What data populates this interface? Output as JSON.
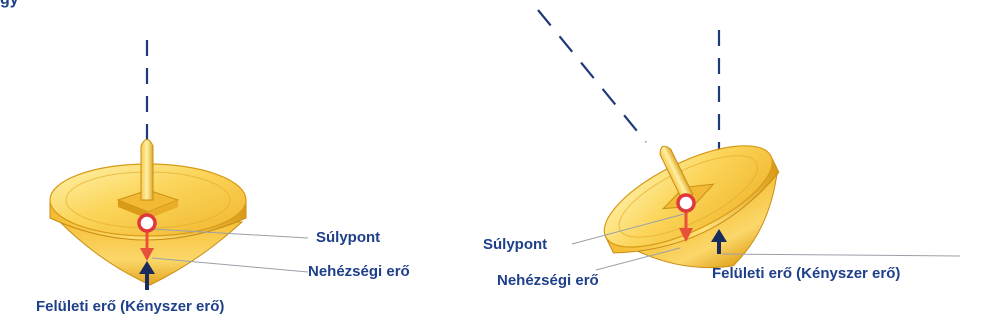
{
  "header": {
    "cut_title": "gy"
  },
  "left_top": {
    "labels": {
      "center_of_mass": "Súlypont",
      "gravity": "Nehézségi erő",
      "normal_force": "Felületi erő (Kényszer erő)"
    }
  },
  "right_top": {
    "labels": {
      "center_of_mass": "Súlypont",
      "gravity": "Nehézségi erő",
      "normal_force": "Felületi erő (Kényszer erő)"
    }
  },
  "colors": {
    "label_text": "#1e3f8a",
    "gold_light": "#fde27a",
    "gold_mid": "#f6c13a",
    "gold_dark": "#d99a17",
    "gold_shadow": "#b47a10",
    "gravity_arrow": "#e8503a",
    "normal_arrow": "#1a2b5e",
    "marker_ring": "#e0393b",
    "axis_line": "#1f3a7a",
    "leader_line": "#9aa0a8"
  }
}
